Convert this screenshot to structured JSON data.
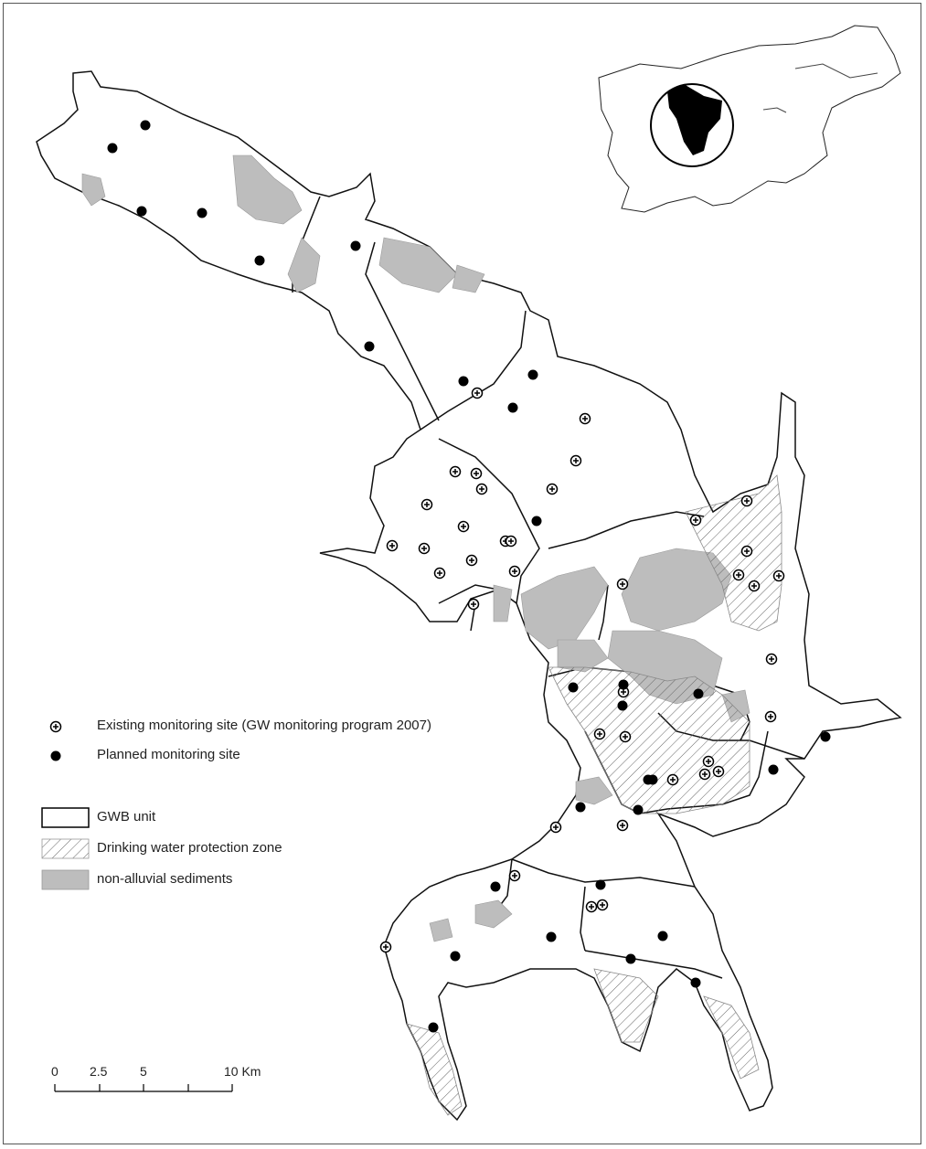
{
  "legend": {
    "existing_site": "Existing monitoring site (GW monitoring program 2007)",
    "planned_site": "Planned monitoring site",
    "gwb_unit": "GWB unit",
    "protection_zone": "Drinking water protection zone",
    "non_alluvial": "non-alluvial sediments"
  },
  "scale_bar": {
    "labels": [
      "0",
      "2.5",
      "5",
      "10 Km"
    ]
  },
  "colors": {
    "non_alluvial_fill": "#bdbdbd",
    "outline": "#111111",
    "site_black": "#000000"
  }
}
